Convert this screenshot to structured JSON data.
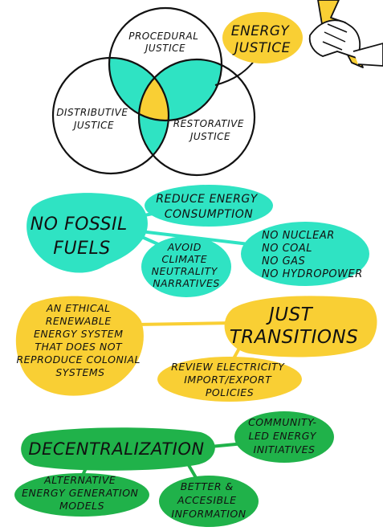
{
  "colors": {
    "teal": "#2fe3c3",
    "yellow": "#f9cf34",
    "green": "#20b24a",
    "ink": "#111111"
  },
  "venn": {
    "procedural": [
      "PROCEDURAL",
      "JUSTICE"
    ],
    "distributive": [
      "DISTRIBUTIVE",
      "JUSTICE"
    ],
    "restorative": [
      "RESTORATIVE",
      "JUSTICE"
    ],
    "energy_justice": [
      "ENERGY",
      "JUSTICE"
    ]
  },
  "fossil": {
    "main": [
      "NO FOSSIL",
      "FUELS"
    ],
    "reduce": [
      "REDUCE ENERGY",
      "CONSUMPTION"
    ],
    "avoid": [
      "AVOID",
      "CLIMATE",
      "NEUTRALITY",
      "NARRATIVES"
    ],
    "no_list": [
      "NO NUCLEAR",
      "NO COAL",
      "NO GAS",
      "NO HYDROPOWER"
    ]
  },
  "transitions": {
    "main": [
      "JUST",
      "TRANSITIONS"
    ],
    "ethical": [
      "AN ETHICAL",
      "RENEWABLE",
      "ENERGY SYSTEM",
      "THAT DOES NOT",
      "REPRODUCE COLONIAL",
      "SYSTEMS"
    ],
    "review": [
      "REVIEW ELECTRICITY",
      "IMPORT/EXPORT",
      "POLICIES"
    ]
  },
  "decentral": {
    "main": [
      "DECENTRALIZATION"
    ],
    "community": [
      "COMMUNITY-",
      "LED ENERGY",
      "INITIATIVES"
    ],
    "alternative": [
      "ALTERNATIVE",
      "ENERGY GENERATION",
      "MODELS"
    ],
    "better": [
      "BETTER &",
      "ACCESIBLE",
      "INFORMATION"
    ]
  }
}
